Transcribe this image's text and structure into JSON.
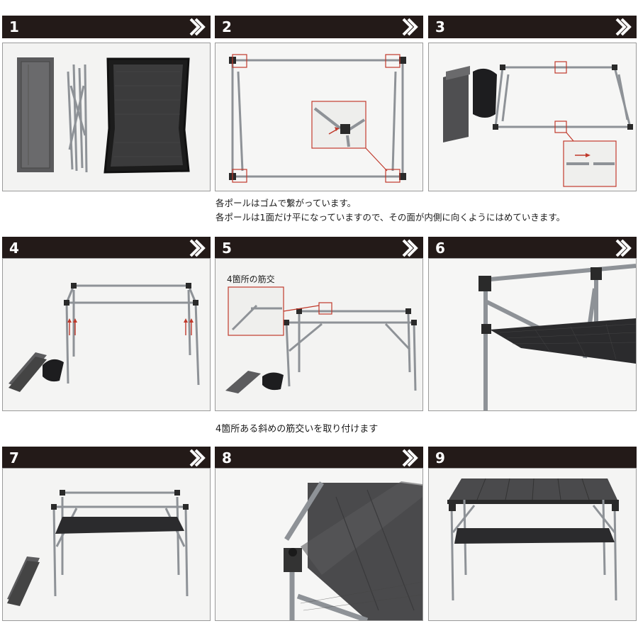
{
  "steps": [
    {
      "number": "1"
    },
    {
      "number": "2"
    },
    {
      "number": "3"
    },
    {
      "number": "4"
    },
    {
      "number": "5"
    },
    {
      "number": "6"
    },
    {
      "number": "7"
    },
    {
      "number": "8"
    },
    {
      "number": "9"
    }
  ],
  "captions": {
    "row1_line1": "各ポールはゴムで繋がっています。",
    "row1_line2": "各ポールは1面だけ平になっていますので、その面が内側に向くようにはめていきます。",
    "row2": "4箇所ある斜めの筋交いを取り付けます"
  },
  "step5_label": "4箇所の筋交",
  "colors": {
    "header_bg": "#231a18",
    "accent_red": "#c0392b",
    "frame_metal": "#8e9297",
    "panel_dark": "#4a4a4c"
  }
}
